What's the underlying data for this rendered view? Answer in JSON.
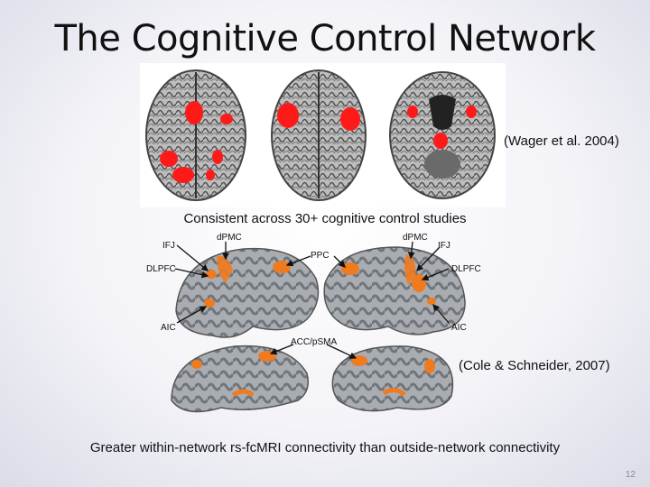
{
  "slide": {
    "title": "The Cognitive Control Network",
    "citation_top": "(Wager et al. 2004)",
    "subtitle": "Consistent across 30+ cognitive control studies",
    "citation_bottom": "(Cole & Schneider, 2007)",
    "bottom_text": "Greater within-network rs-fcMRI connectivity than outside-network connectivity",
    "slide_number": "12"
  },
  "labels": {
    "dpmc": "dPMC",
    "ifj": "IFJ",
    "dlpfc": "DLPFC",
    "aic": "AIC",
    "ppc": "PPC",
    "acc": "ACC/pSMA"
  },
  "colors": {
    "activation_red": "#ff1a1a",
    "activation_orange": "#f07a1e",
    "cortex_gray": "#8d9196"
  }
}
